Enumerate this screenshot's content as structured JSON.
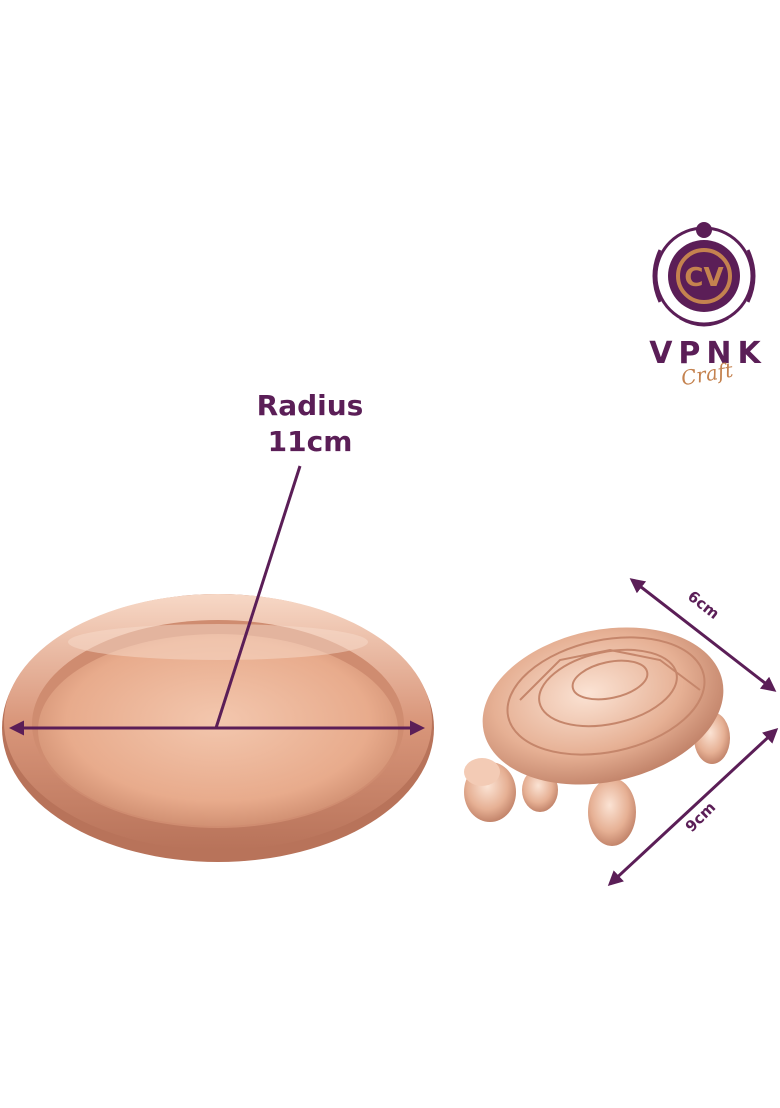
{
  "dimensions": {
    "radius_label_line1": "Radius",
    "radius_label_line2": "11cm",
    "width_label": "6cm",
    "length_label": "9cm"
  },
  "brand": {
    "name": "VPNK",
    "subtitle": "Craft",
    "monogram": "CV"
  },
  "colors": {
    "accent": "#5b1e57",
    "copper": "#e3a98b",
    "brand_orange": "#c4824f"
  },
  "icons": {
    "logo": "vpnk-crest-icon"
  }
}
